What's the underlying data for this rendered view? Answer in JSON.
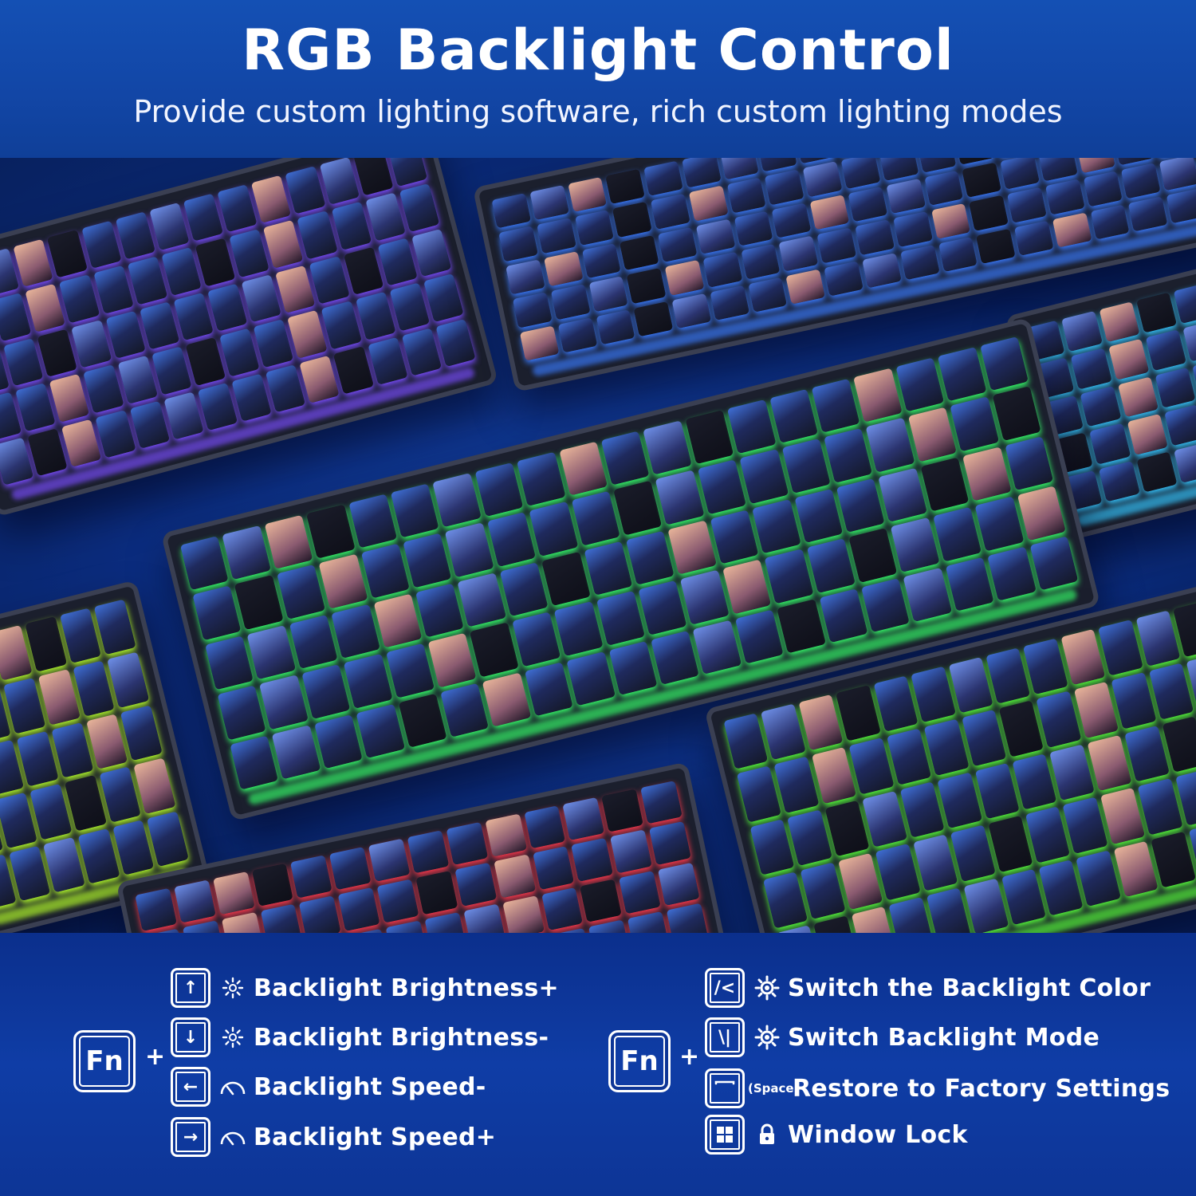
{
  "header": {
    "title": "RGB Backlight Control",
    "subtitle": "Provide custom lighting software, rich custom lighting modes"
  },
  "legend": {
    "left": {
      "modifier": "Fn",
      "plus": "+",
      "items": [
        {
          "key": "↑",
          "icon": "sun-icon",
          "label": "Backlight Brightness+"
        },
        {
          "key": "↓",
          "icon": "sun-icon",
          "label": "Backlight Brightness-"
        },
        {
          "key": "←",
          "icon": "speedometer-icon",
          "label": "Backlight Speed-"
        },
        {
          "key": "→",
          "icon": "speedometer-icon",
          "label": "Backlight Speed+"
        }
      ]
    },
    "right": {
      "modifier": "Fn",
      "plus": "+",
      "items": [
        {
          "key": "/<",
          "icon": "gear-sun-icon",
          "label": "Switch the Backlight Color"
        },
        {
          "key": "\\|",
          "icon": "gear-sun-icon",
          "label": "Switch Backlight Mode"
        },
        {
          "key": "",
          "icon_text": "(Space)",
          "label": "Restore to Factory Settings"
        },
        {
          "key": "windows-icon",
          "icon": "lock-icon",
          "label": "Window Lock"
        }
      ]
    }
  }
}
